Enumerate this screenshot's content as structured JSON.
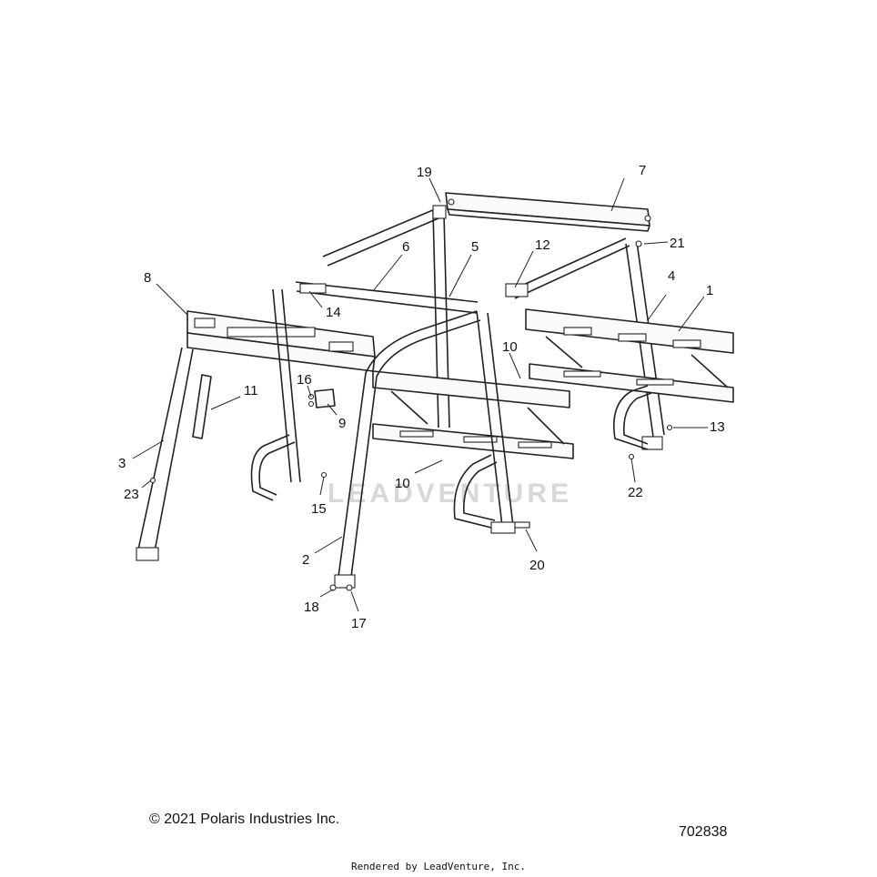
{
  "diagram": {
    "watermark": "LEADVENTURE",
    "callouts": [
      {
        "id": "c19",
        "label": "19"
      },
      {
        "id": "c7",
        "label": "7"
      },
      {
        "id": "c21",
        "label": "21"
      },
      {
        "id": "c12",
        "label": "12"
      },
      {
        "id": "c6",
        "label": "6"
      },
      {
        "id": "c5",
        "label": "5"
      },
      {
        "id": "c8",
        "label": "8"
      },
      {
        "id": "c14",
        "label": "14"
      },
      {
        "id": "c4",
        "label": "4"
      },
      {
        "id": "c1",
        "label": "1"
      },
      {
        "id": "c10a",
        "label": "10"
      },
      {
        "id": "c16",
        "label": "16"
      },
      {
        "id": "c11",
        "label": "11"
      },
      {
        "id": "c9",
        "label": "9"
      },
      {
        "id": "c13",
        "label": "13"
      },
      {
        "id": "c3",
        "label": "3"
      },
      {
        "id": "c23",
        "label": "23"
      },
      {
        "id": "c10b",
        "label": "10"
      },
      {
        "id": "c22",
        "label": "22"
      },
      {
        "id": "c15",
        "label": "15"
      },
      {
        "id": "c2",
        "label": "2"
      },
      {
        "id": "c20",
        "label": "20"
      },
      {
        "id": "c18",
        "label": "18"
      },
      {
        "id": "c17",
        "label": "17"
      }
    ]
  },
  "footer": {
    "copyright": "© 2021 Polaris Industries Inc.",
    "drawing_number": "702838",
    "rendered_by": "Rendered by LeadVenture, Inc."
  }
}
